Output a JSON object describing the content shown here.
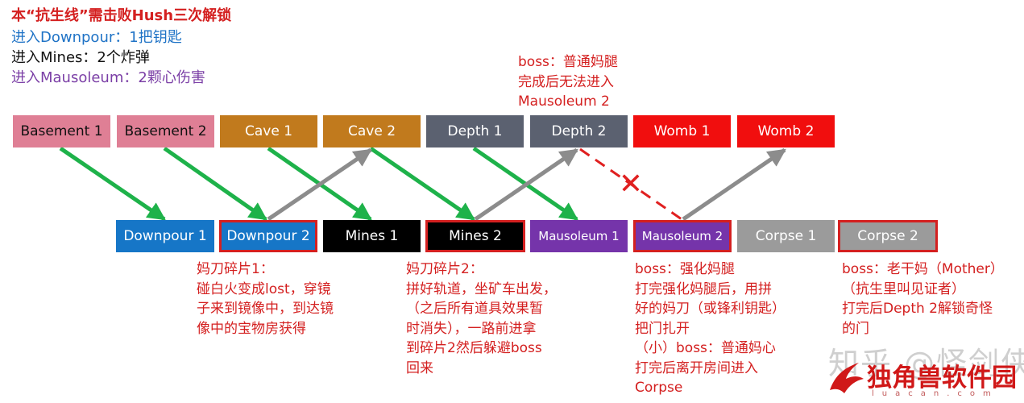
{
  "header": {
    "line1": "本“抗生线”需击败Hush三次解锁",
    "line2": "进入Downpour：1把钥匙",
    "line3": "进入Mines：2个炸弹",
    "line4": "进入Mausoleum：2颗心伤害"
  },
  "colors": {
    "red_text": "#d42020",
    "blue_text": "#1f73c6",
    "purple_text": "#7b3fa6",
    "basement": "#df7f95",
    "cave": "#c17a1d",
    "depth": "#5b6170",
    "womb": "#f10e0e",
    "downpour": "#1676c7",
    "mines": "#000000",
    "mausoleum": "#7534aa",
    "corpse": "#9b9b9b",
    "green_arrow": "#1eb24a",
    "gray_arrow": "#8c8c8c"
  },
  "top_row": [
    {
      "label": "Basement 1"
    },
    {
      "label": "Basement 2"
    },
    {
      "label": "Cave 1"
    },
    {
      "label": "Cave 2"
    },
    {
      "label": "Depth 1"
    },
    {
      "label": "Depth 2"
    },
    {
      "label": "Womb 1"
    },
    {
      "label": "Womb 2"
    }
  ],
  "bottom_row": [
    {
      "label": "Downpour 1",
      "highlighted": false
    },
    {
      "label": "Downpour 2",
      "highlighted": true
    },
    {
      "label": "Mines 1",
      "highlighted": false
    },
    {
      "label": "Mines 2",
      "highlighted": true
    },
    {
      "label": "Mausoleum 1",
      "highlighted": false
    },
    {
      "label": "Mausoleum 2",
      "highlighted": true
    },
    {
      "label": "Corpse 1",
      "highlighted": false
    },
    {
      "label": "Corpse 2",
      "highlighted": true
    }
  ],
  "notes": {
    "depth2_boss": [
      "boss：普通妈腿",
      "完成后无法进入",
      "Mausoleum 2"
    ],
    "downpour2": [
      "妈刀碎片1：",
      "碰白火变成lost，穿镜",
      "子来到镜像中，到达镜",
      "像中的宝物房获得"
    ],
    "mines2": [
      "妈刀碎片2：",
      "拼好轨道，坐矿车出发，",
      "（之后所有道具效果暂",
      "时消失），一路前进拿",
      "到碎片2然后躲避boss",
      "回来"
    ],
    "mausoleum2": [
      "boss：强化妈腿",
      "打完强化妈腿后，用拼",
      "好的妈刀（或锋利钥匙）",
      "把门扎开",
      "（小）boss：普通妈心",
      "打完后离开房间进入",
      "Corpse"
    ],
    "corpse2": [
      "boss：老干妈（Mother）",
      "（抗生里叫见证者）",
      "打完后Depth 2解锁奇怪",
      "的门"
    ]
  },
  "blocked_mark": "✕",
  "watermark": {
    "zhihu": "知乎 @怪剑侠",
    "logo_title": "独角兽软件园",
    "logo_sub": "luacan.com"
  }
}
